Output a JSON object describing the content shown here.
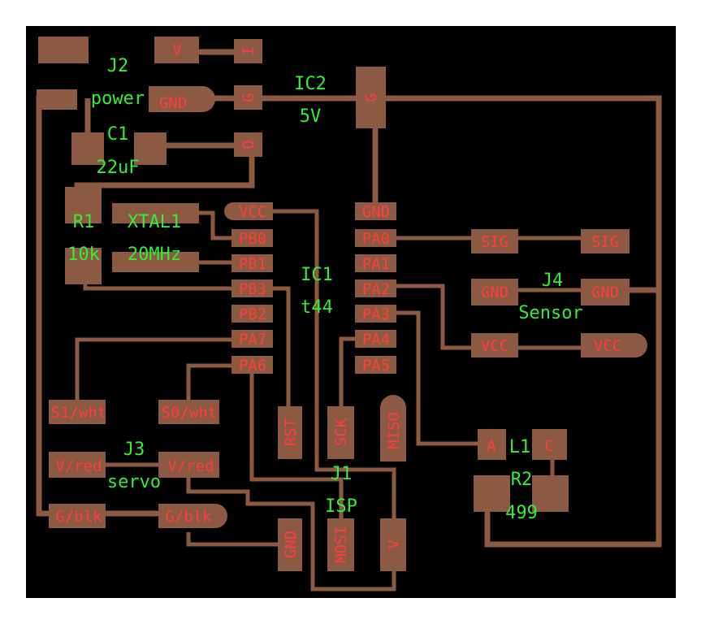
{
  "colors": {
    "background": "#000000",
    "copper": "#8c5a43",
    "pad_label": "#ff3d3d",
    "component_label": "#34ee34",
    "page": "#ffffff"
  },
  "components": {
    "j2": {
      "ref": "J2",
      "value": "power"
    },
    "c1": {
      "ref": "C1",
      "value": "22uF"
    },
    "ic2": {
      "ref": "IC2",
      "value": "5V"
    },
    "r1": {
      "ref": "R1",
      "value": "10k"
    },
    "xtal1": {
      "ref": "XTAL1",
      "value": "20MHz"
    },
    "ic1": {
      "ref": "IC1",
      "value": "t44"
    },
    "j4": {
      "ref": "J4",
      "value": "Sensor"
    },
    "j3": {
      "ref": "J3",
      "value": "servo"
    },
    "j1": {
      "ref": "J1",
      "value": "ISP"
    },
    "l1": {
      "ref": "L1"
    },
    "r2": {
      "ref": "R2",
      "value": "499"
    }
  },
  "pads": {
    "j2_v": "V",
    "j2_gnd": "GND",
    "ic2_i": "I",
    "ic2_g": "G",
    "ic2_o": "O",
    "ic2_tab_g": "G",
    "ic1_vcc": "VCC",
    "ic1_pb0": "PB0",
    "ic1_pb1": "PB1",
    "ic1_pb3": "PB3",
    "ic1_pb2": "PB2",
    "ic1_pa7": "PA7",
    "ic1_pa6": "PA6",
    "ic1_gnd": "GND",
    "ic1_pa0": "PA0",
    "ic1_pa1": "PA1",
    "ic1_pa2": "PA2",
    "ic1_pa3": "PA3",
    "ic1_pa4": "PA4",
    "ic1_pa5": "PA5",
    "j4_sig_left": "SIG",
    "j4_sig_right": "SIG",
    "j4_gnd_left": "GND",
    "j4_gnd_right": "GND",
    "j4_vcc_left": "VCC",
    "j4_vcc_right": "VCC",
    "j3_s1": "S1/wht",
    "j3_s0": "S0/wht",
    "j3_v_left": "V/red",
    "j3_v_right": "V/red",
    "j3_g_left": "G/blk",
    "j3_g_right": "G/blk",
    "j1_rst": "RST",
    "j1_sck": "SCK",
    "j1_miso": "MISO",
    "j1_gnd": "GND",
    "j1_mosi": "MOSI",
    "j1_v": "V",
    "l1_a": "A",
    "l1_c": "C"
  }
}
